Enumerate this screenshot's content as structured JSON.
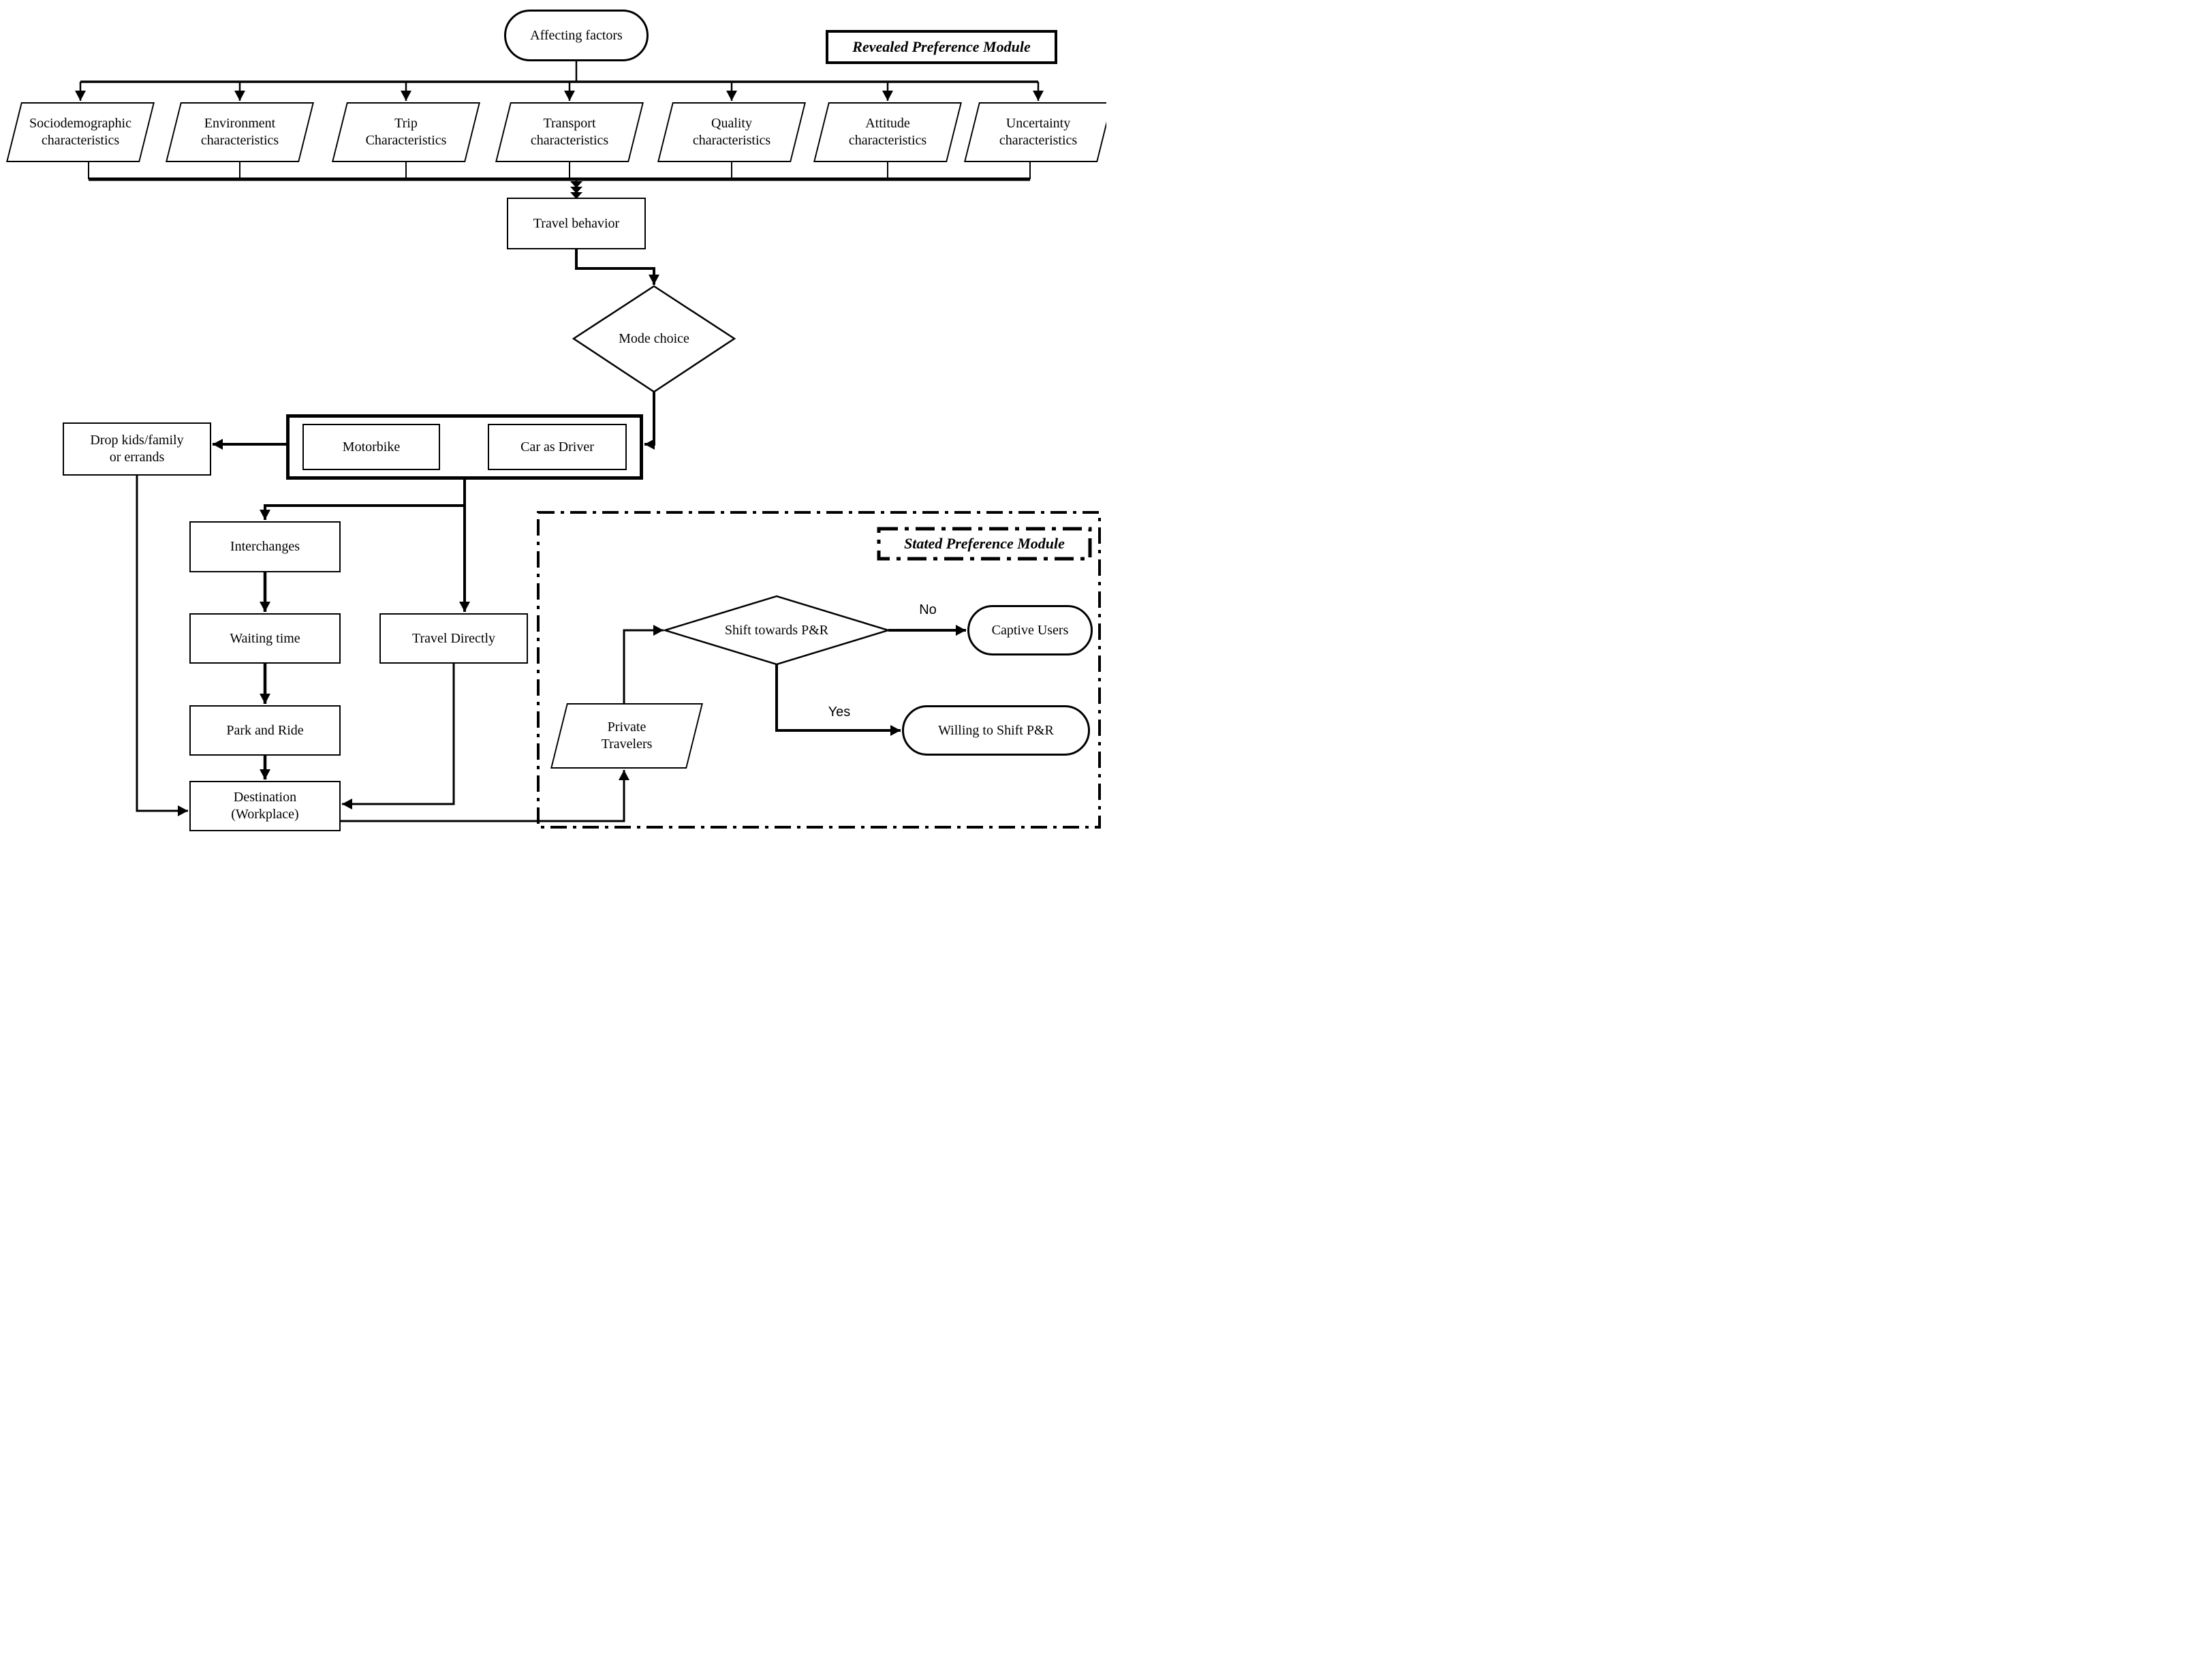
{
  "modules": {
    "revealed": "Revealed Preference Module",
    "stated": "Stated Preference Module"
  },
  "nodes": {
    "affecting_factors": "Affecting factors",
    "travel_behavior": "Travel behavior",
    "mode_choice": "Mode choice",
    "motorbike": "Motorbike",
    "car_as_driver": "Car as Driver",
    "drop_kids": [
      "Drop kids/family",
      "or errands"
    ],
    "interchanges": "Interchanges",
    "waiting_time": "Waiting time",
    "park_and_ride": "Park and Ride",
    "destination": [
      "Destination",
      "(Workplace)"
    ],
    "travel_directly": "Travel Directly",
    "private_travelers": [
      "Private",
      "Travelers"
    ],
    "shift_towards_pr": "Shift towards P&R",
    "captive_users": "Captive Users",
    "willing_to_shift": "Willing to Shift P&R"
  },
  "factors": [
    {
      "line1": "Sociodemographic",
      "line2": "characteristics"
    },
    {
      "line1": "Environment",
      "line2": "characteristics"
    },
    {
      "line1": "Trip",
      "line2": "Characteristics"
    },
    {
      "line1": "Transport",
      "line2": "characteristics"
    },
    {
      "line1": "Quality",
      "line2": "characteristics"
    },
    {
      "line1": "Attitude",
      "line2": "characteristics"
    },
    {
      "line1": "Uncertainty",
      "line2": "characteristics"
    }
  ],
  "edge_labels": {
    "no": "No",
    "yes": "Yes"
  },
  "colors": {
    "ink": "#000000",
    "background": "#ffffff"
  }
}
